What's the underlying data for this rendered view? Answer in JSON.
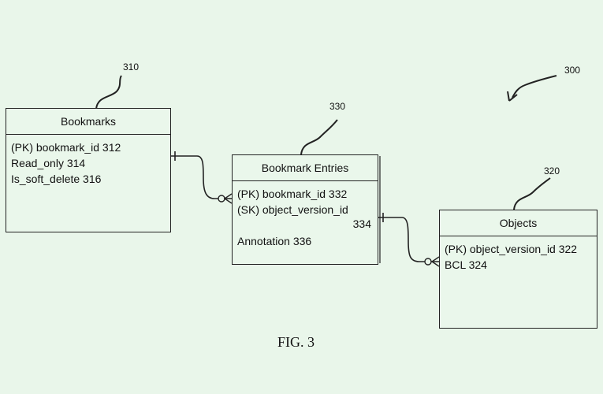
{
  "figure": {
    "ref": "300",
    "caption": "FIG. 3"
  },
  "bookmarks": {
    "ref": "310",
    "title": "Bookmarks",
    "fields": [
      "(PK) bookmark_id 312",
      "Read_only 314",
      "Is_soft_delete 316"
    ]
  },
  "bookmark_entries": {
    "ref": "330",
    "title": "Bookmark Entries",
    "fields": [
      "(PK) bookmark_id 332",
      "(SK) object_version_id",
      "Annotation 336"
    ],
    "field_ref": "334"
  },
  "objects": {
    "ref": "320",
    "title": "Objects",
    "fields": [
      "(PK) object_version_id 322",
      "BCL 324"
    ]
  }
}
